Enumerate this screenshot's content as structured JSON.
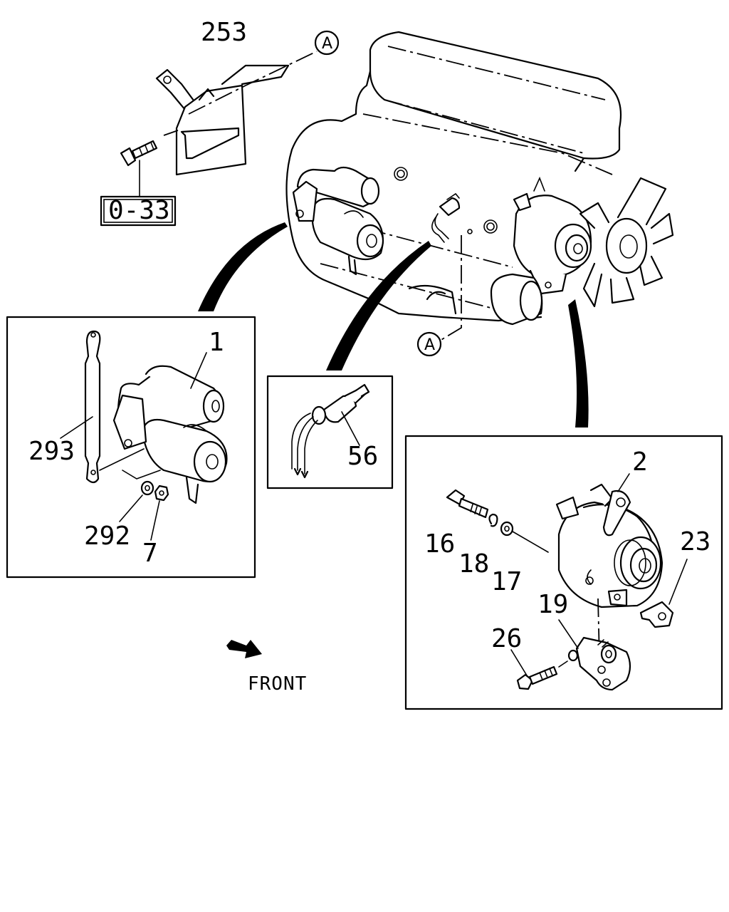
{
  "callouts": {
    "bracket_253": "253",
    "ref_box": "0-33",
    "marker_a": "A",
    "starter": "1",
    "strap_293": "293",
    "washer_292": "292",
    "nut_7": "7",
    "switch_56": "56",
    "alternator_2": "2",
    "bolt_16": "16",
    "lockwasher_18": "18",
    "washer_17": "17",
    "plate_23": "23",
    "bracket_19": "19",
    "bolt_26": "26"
  },
  "front_label": "FRONT",
  "colors": {
    "ink": "#000000",
    "paper": "#ffffff"
  }
}
